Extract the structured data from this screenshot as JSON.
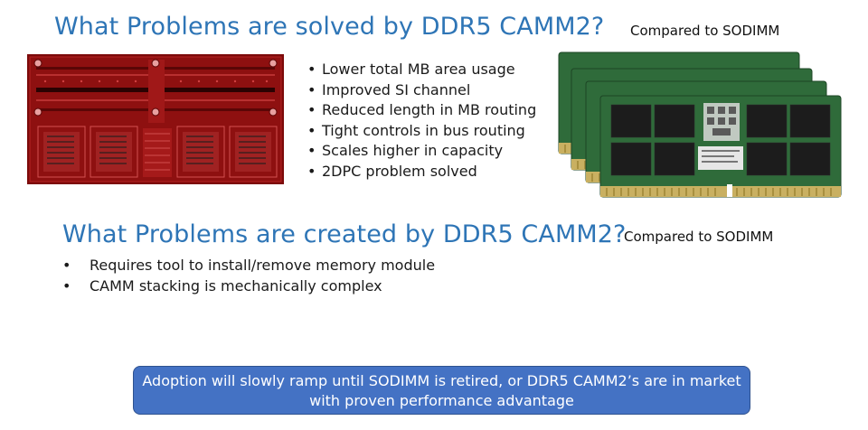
{
  "slide": {
    "title_solved": "What Problems are solved by DDR5 CAMM2?",
    "compare_solved": "Compared to SODIMM",
    "solved_items": [
      "Lower total MB area usage",
      "Improved SI channel",
      "Reduced length in MB routing",
      "Tight controls in bus routing",
      "Scales higher in capacity",
      "2DPC problem solved"
    ],
    "title_created": "What Problems are created by DDR5 CAMM2?",
    "compare_created": "Compared to SODIMM",
    "created_items": [
      "Requires tool to install/remove memory module",
      "CAMM stacking is mechanically complex"
    ],
    "banner_line1": "Adoption will slowly ramp until SODIMM is retired, or DDR5 CAMM2’s are in market",
    "banner_line2": "with proven performance advantage"
  },
  "colors": {
    "title": "#2e75b6",
    "banner": "#4472c4",
    "pcb": "#8a0e0e",
    "dimm": "#2f6b3a"
  }
}
